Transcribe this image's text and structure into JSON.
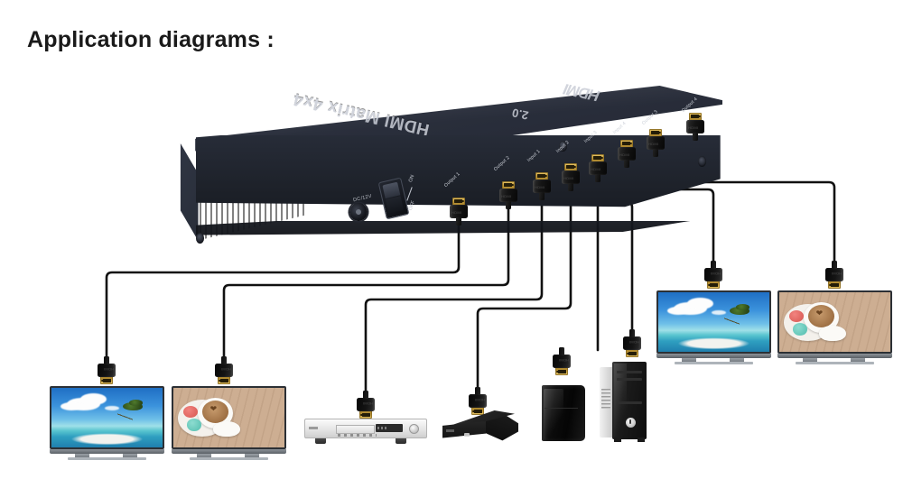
{
  "page": {
    "title": "Application diagrams :"
  },
  "device": {
    "name": "hdmi-matrix-4x4",
    "top_text": "HDMI Matrix 4x4",
    "brand_logo": "HDMI",
    "version_text": "2.0",
    "power": {
      "dc_label": "DC/12V",
      "switch_on_label": "ON",
      "switch_off_label": "OFF",
      "switch_state": "ON"
    },
    "ports": [
      {
        "label": "Output 1",
        "type": "output",
        "index": 1
      },
      {
        "label": "Output 2",
        "type": "output",
        "index": 2
      },
      {
        "label": "Input 1",
        "type": "input",
        "index": 1
      },
      {
        "label": "Input 2",
        "type": "input",
        "index": 2
      },
      {
        "label": "Input 3",
        "type": "input",
        "index": 3
      },
      {
        "label": "Input 4",
        "type": "input",
        "index": 4
      },
      {
        "label": "Output 3",
        "type": "output",
        "index": 3
      },
      {
        "label": "Output 4",
        "type": "output",
        "index": 4
      }
    ]
  },
  "connectors": {
    "plug_text": "HDMI",
    "count": 16
  },
  "devices": [
    {
      "id": "tv-1",
      "kind": "television",
      "image": "beach-island",
      "connected_port": "Output 1"
    },
    {
      "id": "tv-2",
      "kind": "television",
      "image": "coffee-latte",
      "connected_port": "Output 2"
    },
    {
      "id": "dvd",
      "kind": "dvd-player",
      "image": "",
      "connected_port": "Input 1"
    },
    {
      "id": "set-top",
      "kind": "set-top-box",
      "image": "",
      "connected_port": "Input 2"
    },
    {
      "id": "console",
      "kind": "game-console",
      "image": "",
      "connected_port": "Input 3"
    },
    {
      "id": "pc-tower",
      "kind": "desktop-pc",
      "image": "",
      "connected_port": "Input 4"
    },
    {
      "id": "tv-3",
      "kind": "television",
      "image": "beach-island",
      "connected_port": "Output 3"
    },
    {
      "id": "tv-4",
      "kind": "television",
      "image": "coffee-latte",
      "connected_port": "Output 4"
    }
  ],
  "colors": {
    "background": "#ffffff",
    "title": "#1a1a1a",
    "cable": "#111111",
    "chassis_dark": "#232733",
    "chassis_light": "#3b4150",
    "hdmi_gold": "#c9a03e",
    "tv_bezel": "#2c3035",
    "tv_stand": "#9aa0a6"
  }
}
